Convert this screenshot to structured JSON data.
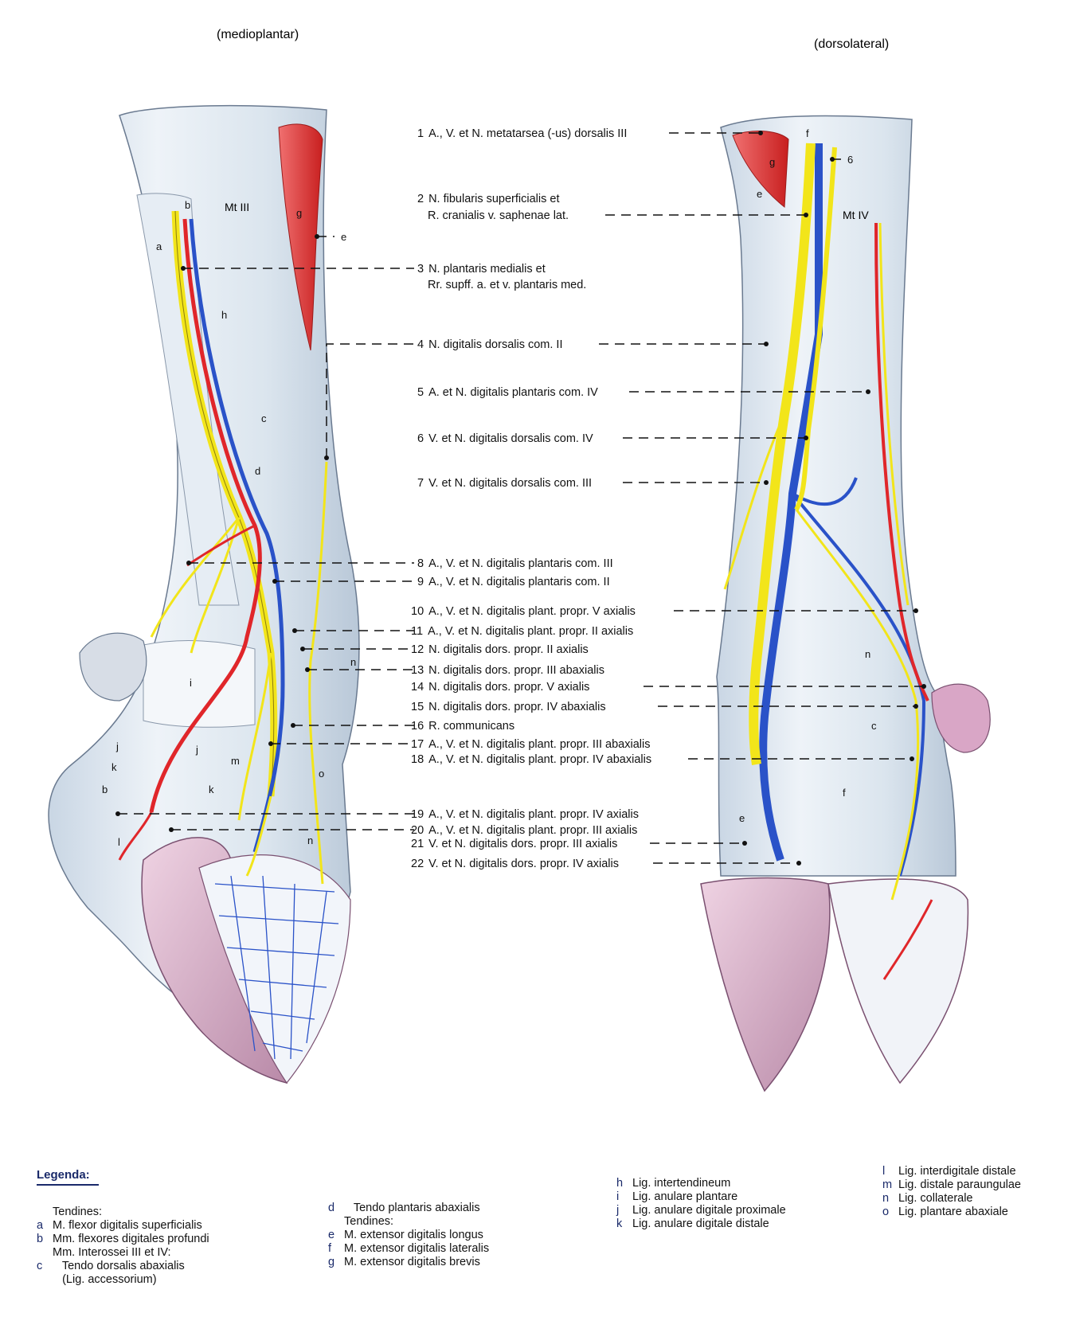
{
  "views": {
    "left": "(medioplantar)",
    "right": "(dorsolateral)"
  },
  "bone_labels": {
    "left": "Mt III",
    "right": "Mt IV"
  },
  "colors": {
    "nerve": "#f2e51a",
    "artery": "#e0262a",
    "vein": "#2a52c8",
    "tendon": "#dde8f0",
    "hoof": "#d9a6c6",
    "muscle": "#e23a3a"
  },
  "callouts": [
    {
      "num": "1",
      "lines": [
        "A., V. et N. metatarsea (-us) dorsalis III"
      ]
    },
    {
      "num": "2",
      "lines": [
        "N. fibularis superficialis et",
        "R. cranialis v. saphenae lat."
      ]
    },
    {
      "num": "3",
      "lines": [
        "N. plantaris medialis et",
        "Rr. supff. a. et v. plantaris med."
      ]
    },
    {
      "num": "4",
      "lines": [
        "N. digitalis dorsalis com. II"
      ]
    },
    {
      "num": "5",
      "lines": [
        "A. et N. digitalis plantaris com. IV"
      ]
    },
    {
      "num": "6",
      "lines": [
        "V. et N. digitalis dorsalis com. IV"
      ]
    },
    {
      "num": "7",
      "lines": [
        "V. et N. digitalis dorsalis com. III"
      ]
    },
    {
      "num": "8",
      "lines": [
        "A., V. et N. digitalis plantaris com. III"
      ]
    },
    {
      "num": "9",
      "lines": [
        "A., V. et N. digitalis plantaris com. II"
      ]
    },
    {
      "num": "10",
      "lines": [
        "A., V. et N. digitalis plant. propr. V axialis"
      ]
    },
    {
      "num": "11",
      "lines": [
        "A., V. et N. digitalis plant. propr. II axialis"
      ]
    },
    {
      "num": "12",
      "lines": [
        "N. digitalis dors. propr. II axialis"
      ]
    },
    {
      "num": "13",
      "lines": [
        "N. digitalis dors. propr. III abaxialis"
      ]
    },
    {
      "num": "14",
      "lines": [
        "N. digitalis dors. propr. V  axialis"
      ]
    },
    {
      "num": "15",
      "lines": [
        "N. digitalis dors. propr. IV abaxialis"
      ]
    },
    {
      "num": "16",
      "lines": [
        "R. communicans"
      ]
    },
    {
      "num": "17",
      "lines": [
        "A., V. et N. digitalis plant. propr. III abaxialis"
      ]
    },
    {
      "num": "18",
      "lines": [
        "A., V. et N. digitalis plant. propr. IV abaxialis"
      ]
    },
    {
      "num": "19",
      "lines": [
        "A., V. et N. digitalis plant. propr. IV axialis"
      ]
    },
    {
      "num": "20",
      "lines": [
        "A., V. et N. digitalis plant. propr. III axialis"
      ]
    },
    {
      "num": "21",
      "lines": [
        "V. et N. digitalis dors. propr. III axialis"
      ]
    },
    {
      "num": "22",
      "lines": [
        "V. et N. digitalis dors. propr. IV axialis"
      ]
    }
  ],
  "left_letters": [
    "a",
    "b",
    "c",
    "d",
    "e",
    "g",
    "h",
    "i",
    "j",
    "j",
    "k",
    "k",
    "b",
    "l",
    "m",
    "n",
    "n",
    "o"
  ],
  "right_letters": [
    "f",
    "g",
    "e",
    "6",
    "n",
    "c",
    "f",
    "e"
  ],
  "legend": {
    "title": "Legenda:",
    "col1": [
      {
        "k": "",
        "t": "Tendines:"
      },
      {
        "k": "a",
        "t": "M. flexor digitalis superficialis"
      },
      {
        "k": "b",
        "t": "Mm. flexores digitales profundi"
      },
      {
        "k": "",
        "t": "Mm. Interossei III et IV:"
      },
      {
        "k": "c",
        "t": "   Tendo dorsalis abaxialis"
      },
      {
        "k": "",
        "t": "   (Lig. accessorium)"
      }
    ],
    "col2": [
      {
        "k": "d",
        "t": "   Tendo plantaris abaxialis"
      },
      {
        "k": "",
        "t": "Tendines:"
      },
      {
        "k": "e",
        "t": "M. extensor digitalis longus"
      },
      {
        "k": "f",
        "t": "M. extensor digitalis lateralis"
      },
      {
        "k": "g",
        "t": "M. extensor digitalis brevis"
      }
    ],
    "col3": [
      {
        "k": "h",
        "t": "Lig. intertendineum"
      },
      {
        "k": "i",
        "t": "Lig. anulare plantare"
      },
      {
        "k": "j",
        "t": "Lig. anulare digitale proximale"
      },
      {
        "k": "k",
        "t": "Lig. anulare digitale distale"
      }
    ],
    "col4": [
      {
        "k": "l",
        "t": "Lig. interdigitale distale"
      },
      {
        "k": "m",
        "t": "Lig. distale paraungulae"
      },
      {
        "k": "n",
        "t": "Lig. collaterale"
      },
      {
        "k": "o",
        "t": "Lig. plantare abaxiale"
      }
    ]
  }
}
